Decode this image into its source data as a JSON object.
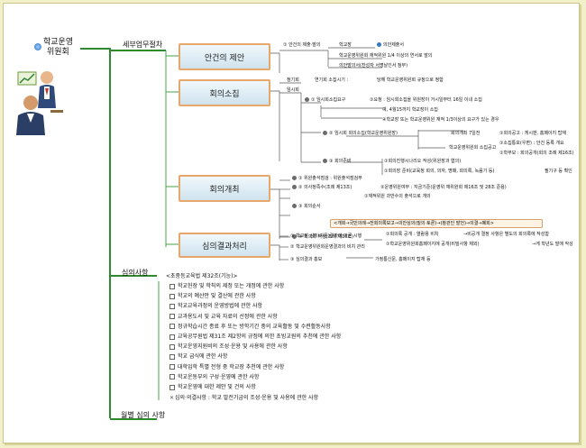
{
  "root": {
    "line1": "학교운영",
    "line2": "위원회"
  },
  "branches": {
    "b1": "세부업무절차",
    "b2": "심의사항",
    "b3": "월별 심의 사항"
  },
  "boxes": {
    "box1": "안건의 제안",
    "box2": "회의소집",
    "box3": "회의개최",
    "box4": "심의결과처리"
  },
  "box1_items": {
    "a1": "① 안건의 제출·발의",
    "a2": "학교장",
    "a3": "의안제출서",
    "a4": "학교운영위원회 재적위원 1/4 이상의 연서로 발의",
    "a5": "의안발의서(찬성자 서명날인서 첨부)"
  },
  "box2_items": {
    "r1": "정기회",
    "r2": "연기회 소집시기 :",
    "r3": "당해 학교운영위원회 규정으로 정함",
    "r4": "임시회",
    "r5": "① 임시회소집요구",
    "r6": "①요청 : 임시회소집을 위원장이 거시일부터 16일 이내 소집",
    "r7": "예, 4월15까지 학교장이 소집",
    "r8": "④학교장 또는 학교운영위원 재적 1/3이상의 요구가 있는 경우",
    "r9": "② 임시회 회의소집(학교운영위원장)",
    "r10": "회의개최 7일전",
    "r11": "①회의공고 : 게시판, 홈페이지 탑재",
    "r12": "①소집통보(우편) : 안건 등록 개요",
    "r13": "①학부모 : 회의공개(회의 조례 제16조)",
    "r14": "학교운영위원회 소집공고",
    "r15": "③ 회의준비",
    "r16": "①회의진행시나리오 작성(위원장과 협의)",
    "r17": "①회의장 준비(교육청 회의, 의자, 명패, 회의록, 녹음기 등)",
    "r18": "필기구 등 확인"
  },
  "box3_items": {
    "c1": "① 위원출석점검 : 위원출석점검부",
    "c2": "②운영위원여부 : 지금기준(운영위 재위원회 제16조 및 28조 준용)",
    "c3": "② 의사정족수(조례 제13조)",
    "c4": "①재적위원 과반수의 출석으로 개의",
    "c5": "③ 회의순서",
    "c6": "<개회→국민의례→전회의록보고→의안심의(질의·토론)→(참관인 발언)→의결→폐회>",
    "c7": "④ 회의록 작성(조례 제16조)",
    "c8": "①회의록 공개 : 열람용 비치",
    "c9": "→비공개 결정 사항은 별도의 회의록에 작성함",
    "c10": "①학교운영위원회홈페이지에 공개(비밀사항 제외)",
    "c11": "→게 학년도 말에 작성"
  },
  "box4_items": {
    "d1": "① 학교장 심의(자문)결과에 따른 시행",
    "d2": "② 학교운영위원회운영결과의 비치 관리",
    "d3": "③ 심의결과 홍보",
    "d4": "가정통신문, 홈페이지 탑재 등"
  },
  "review": {
    "header": "<초중등교육법 제32조(기능)>",
    "items": [
      "학교헌장 및 학칙의 제정 또는 개정에 관한 사항",
      "학교의 예산안 및 결산에 관한 사항",
      "학교교육과정의 운영방법에 관한 사항",
      "교과용도서 및 교육 자료의 선정에 관한 사항",
      "정규학습시간 종료 후 또는 방학기간 중의 교육활동 및 수련활동사항",
      "교육공무원법 제31조 제2항의 규정에 의한 초빙교원의 추천에 관한 사항",
      "학교운영지원비의 조성·운용 및 사용에 관한 사항",
      "학교 급식에 관한 사항",
      "대학입학 특별 전형 중 학교장 추천에 관한 사항",
      "학교운동부의 구성·운영에 관한 사항",
      "학교운영에 대한 제안 및 건의 사항"
    ],
    "last": "심의·의결사항 : 학교 발전기금의 조성·운용 및 사용에 관한 사항"
  }
}
